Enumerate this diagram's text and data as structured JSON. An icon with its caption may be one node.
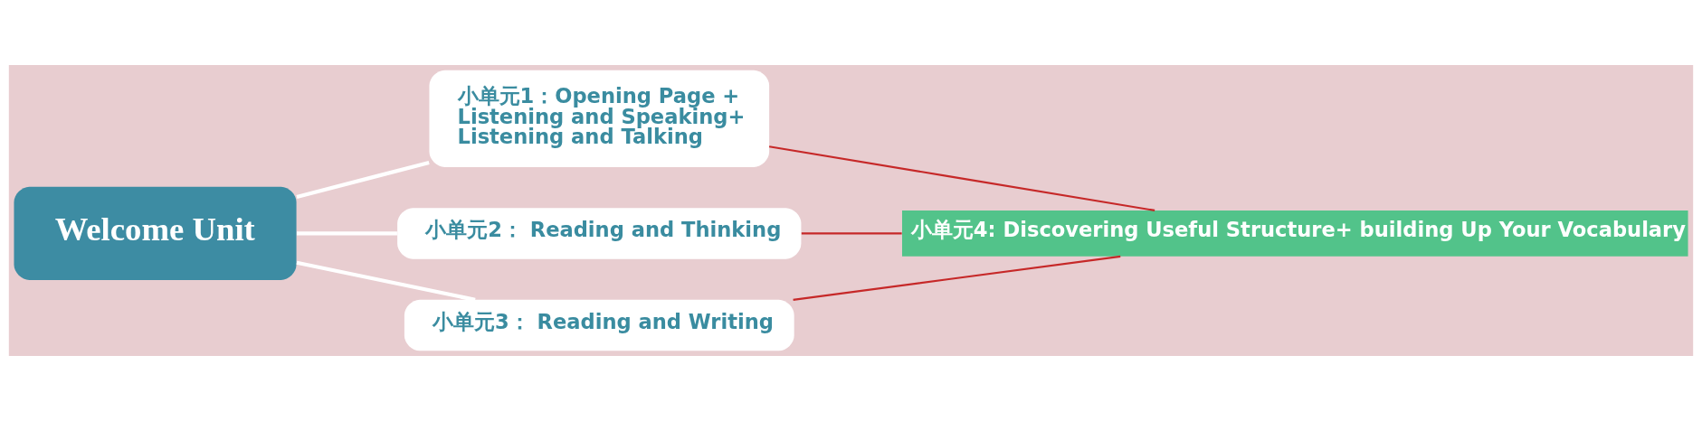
{
  "diagram": {
    "nodes": [
      {
        "text": [
          "Welcome Unit"
        ]
      },
      {
        "text": [
          "小单元1：Opening Page + Listening and Speaking+ Listening and Talking"
        ]
      },
      {
        "text": [
          "小单元2： Reading and Thinking"
        ]
      },
      {
        "text": [
          "小单元3： Reading and Writing"
        ]
      },
      {
        "text": [
          "小单元4: Discovering Useful Structure+ building Up Your Vocabulary"
        ]
      }
    ],
    "edges": [
      {
        "from": 0,
        "to": 1,
        "arrow": "none"
      },
      {
        "from": 0,
        "to": 2,
        "arrow": "none"
      },
      {
        "from": 0,
        "to": 3,
        "arrow": "none"
      },
      {
        "from": 1,
        "to": 4,
        "arrow": "none",
        "color": "#c62828"
      },
      {
        "from": 2,
        "to": 4,
        "arrow": "none",
        "color": "#c62828"
      },
      {
        "from": 3,
        "to": 4,
        "arrow": "none",
        "color": "#c62828"
      }
    ]
  }
}
